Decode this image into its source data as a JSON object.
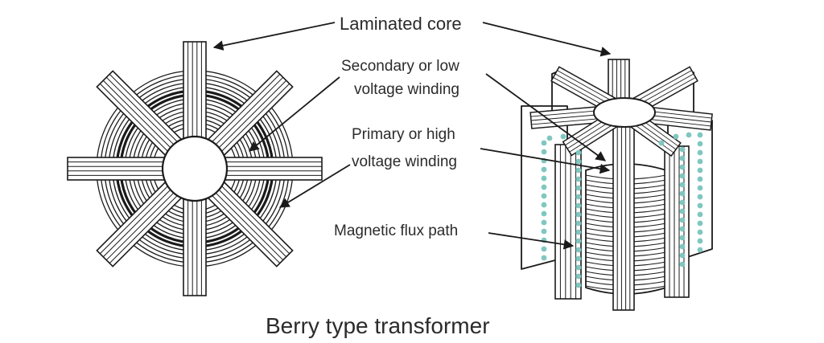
{
  "labels": {
    "laminated_core": "Laminated core",
    "secondary_line1": "Secondary or low",
    "secondary_line2": "voltage winding",
    "primary_line1": "Primary or high",
    "primary_line2": "voltage winding",
    "magnetic_flux": "Magnetic flux path"
  },
  "title": "Berry type transformer",
  "colors": {
    "ink": "#1a1a1a",
    "flux_dots": "#7fc7c0",
    "text": "#2b2b2b"
  }
}
